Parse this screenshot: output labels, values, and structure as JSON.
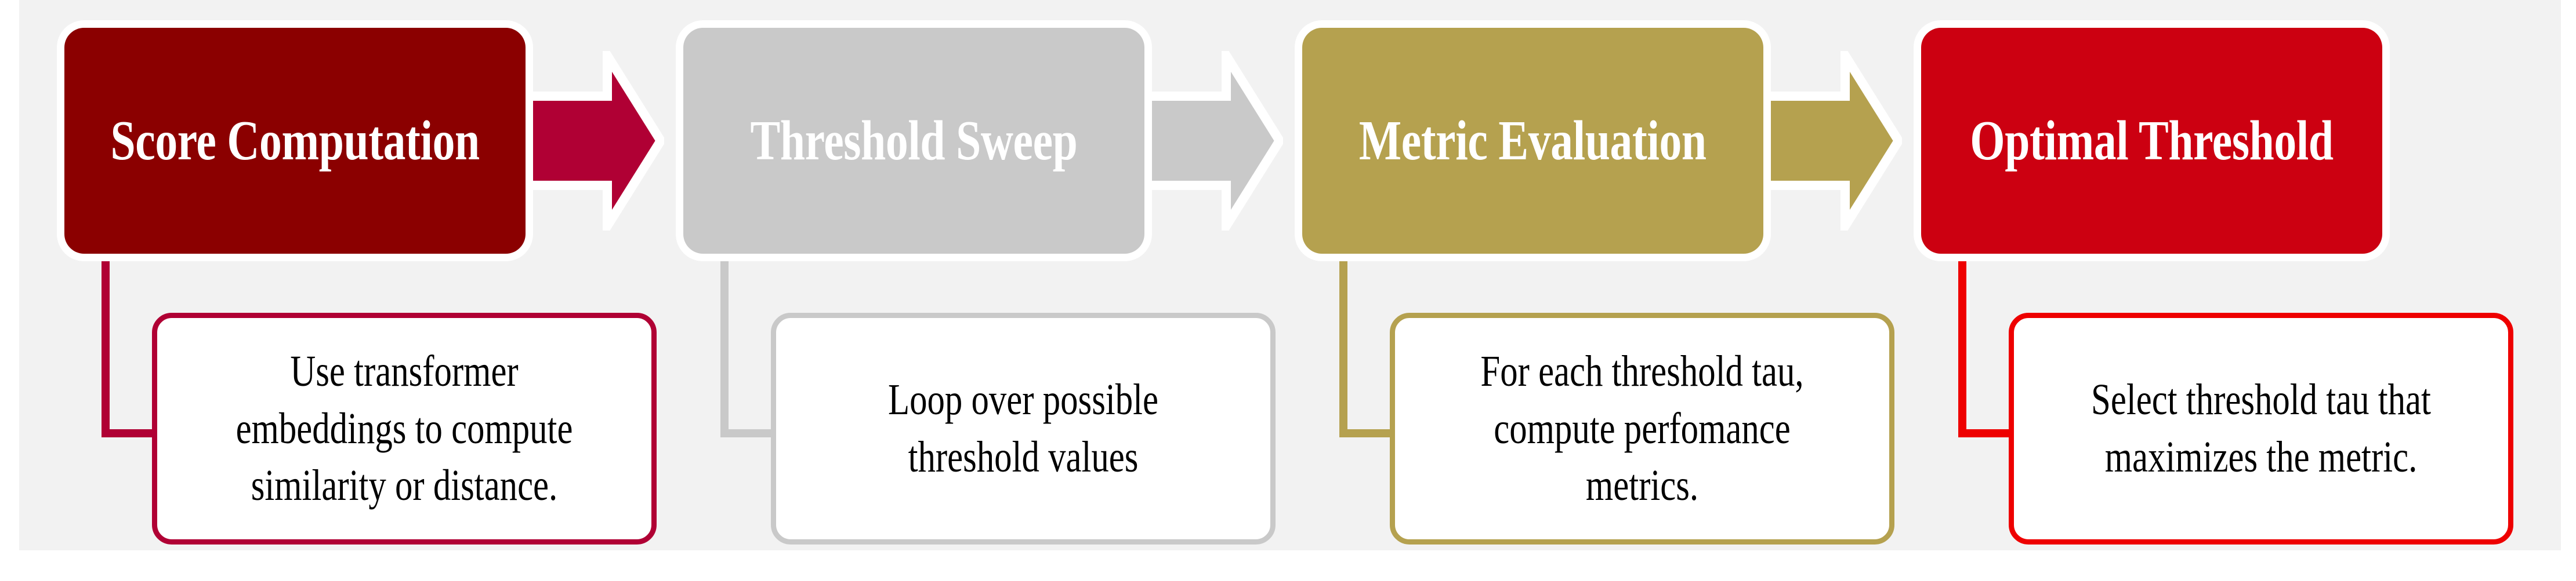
{
  "diagram": {
    "type": "process-flow",
    "orientation": "horizontal",
    "background_color": "#f2f2f2",
    "page_color": "#ffffff",
    "stages": [
      {
        "id": "score-computation",
        "label": "Score Computation",
        "box_color": "#8b0000",
        "label_color": "#ffffff",
        "caption": "Use transformer embeddings to compute similarity or distance.",
        "caption_border_color": "#b00034",
        "connector_color": "#b00034"
      },
      {
        "id": "threshold-sweep",
        "label": "Threshold Sweep",
        "box_color": "#c9c9c9",
        "label_color": "#ffffff",
        "caption": "Loop over possible threshold values",
        "caption_border_color": "#c9c9c9",
        "connector_color": "#c9c9c9"
      },
      {
        "id": "metric-evaluation",
        "label": "Metric Evaluation",
        "box_color": "#b5a14f",
        "label_color": "#ffffff",
        "caption": "For each threshold tau, compute perfomance metrics.",
        "caption_border_color": "#b5a14f",
        "connector_color": "#b5a14f"
      },
      {
        "id": "optimal-threshold",
        "label": "Optimal Threshold",
        "box_color": "#cc0011",
        "label_color": "#ffffff",
        "caption": "Select threshold tau that maximizes the metric.",
        "caption_border_color": "#ee0000",
        "connector_color": "#ee0000"
      }
    ],
    "arrows": [
      {
        "id": "arrow-score-to-sweep",
        "from": "score-computation",
        "to": "threshold-sweep",
        "color": "#b00034",
        "shape": "chevron-right"
      },
      {
        "id": "arrow-sweep-to-metric",
        "from": "threshold-sweep",
        "to": "metric-evaluation",
        "color": "#c9c9c9",
        "shape": "chevron-right"
      },
      {
        "id": "arrow-metric-to-optimal",
        "from": "metric-evaluation",
        "to": "optimal-threshold",
        "color": "#b5a14f",
        "shape": "chevron-right"
      }
    ]
  }
}
